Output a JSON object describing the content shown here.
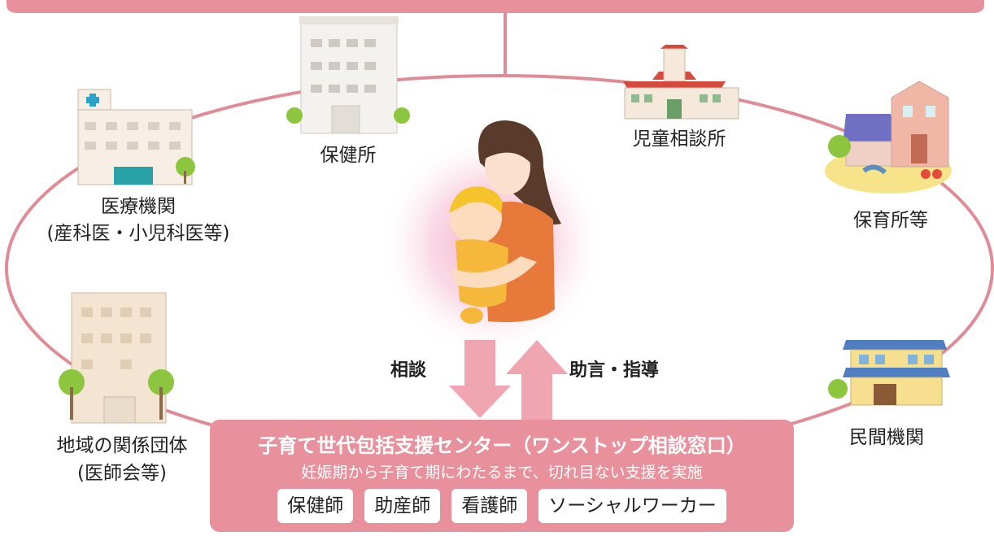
{
  "nodes": {
    "hokenjo": "保健所",
    "jidou": "児童相談所",
    "iryou": "医療機関",
    "iryou_sub": "(産科医・小児科医等)",
    "hoikusho": "保育所等",
    "chiiki": "地域の関係団体",
    "chiiki_sub": "(医師会等)",
    "minkan": "民間機関"
  },
  "arrows": {
    "soudan": "相談",
    "jogen": "助言・指導"
  },
  "center": {
    "title": "子育て世代包括支援センター（ワンストップ相談窓口）",
    "subtitle": "妊娠期から子育て期にわたるまで、切れ目ない支援を実施",
    "roles": [
      "保健師",
      "助産師",
      "看護師",
      "ソーシャルワーカー"
    ]
  },
  "colors": {
    "accent": "#e8909c",
    "line": "#df8c97",
    "arrow": "#f0a6b0"
  }
}
